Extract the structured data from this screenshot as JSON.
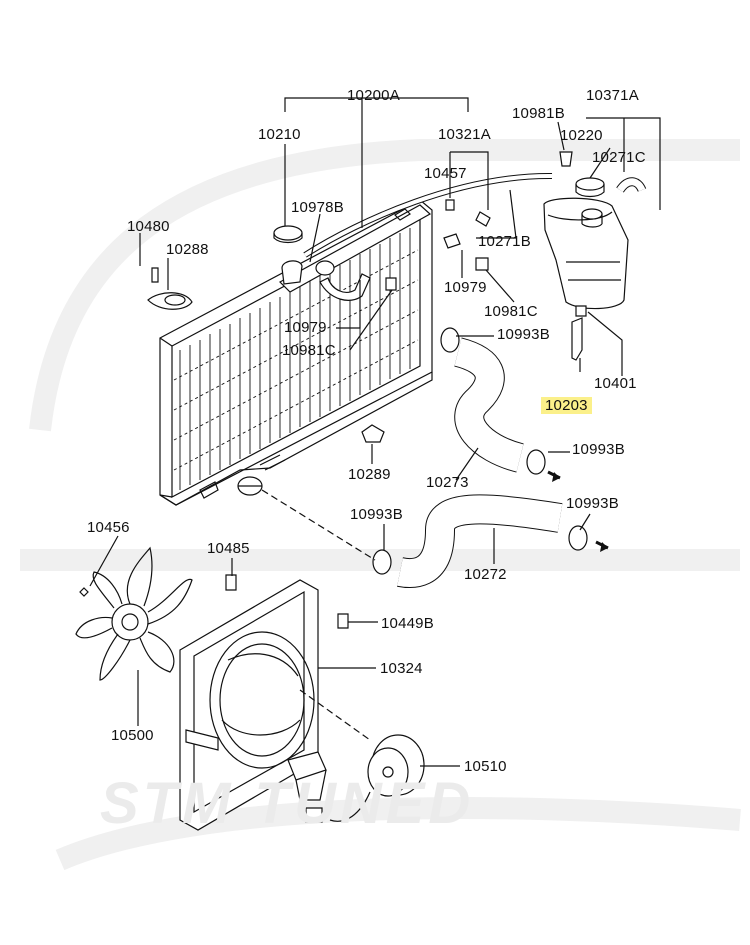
{
  "diagram": {
    "highlight_color": "#fbf08a",
    "line_color": "#111111",
    "part_labels": {
      "p10200A": "10200A",
      "p10210": "10210",
      "p10321A": "10321A",
      "p10981B": "10981B",
      "p10371A": "10371A",
      "p10220": "10220",
      "p10271C": "10271C",
      "p10457": "10457",
      "p10978B": "10978B",
      "p10271B": "10271B",
      "p10480": "10480",
      "p10288": "10288",
      "p10979a": "10979",
      "p10979b": "10979",
      "p10981Ca": "10981C",
      "p10981Cb": "10981C",
      "p10993Ba": "10993B",
      "p10993Bb": "10993B",
      "p10993Bc": "10993B",
      "p10993Bd": "10993B",
      "p10401": "10401",
      "p10203": "10203",
      "p10289": "10289",
      "p10273": "10273",
      "p10272": "10272",
      "p10456": "10456",
      "p10485": "10485",
      "p10449B": "10449B",
      "p10324": "10324",
      "p10500": "10500",
      "p10510": "10510"
    }
  }
}
